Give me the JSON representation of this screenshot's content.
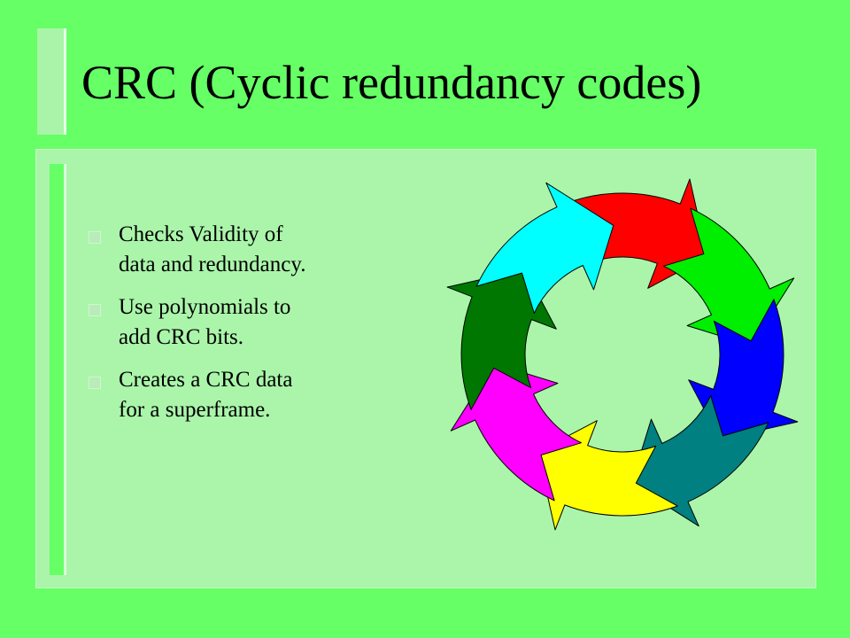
{
  "slide": {
    "title": "CRC (Cyclic redundancy codes)",
    "bullets": [
      {
        "line1": "Checks Validity of",
        "line2": "data and redundancy."
      },
      {
        "line1": "Use polynomials to",
        "line2": "add CRC bits."
      },
      {
        "line1": "Creates a CRC data",
        "line2": "for a superframe."
      }
    ]
  },
  "diagram": {
    "type": "cycle-arrows",
    "segments": [
      {
        "name": "red-arrow",
        "color": "#ff0000"
      },
      {
        "name": "green-arrow",
        "color": "#00ee00"
      },
      {
        "name": "blue-arrow",
        "color": "#0000ff"
      },
      {
        "name": "teal-arrow",
        "color": "#008080"
      },
      {
        "name": "yellow-arrow",
        "color": "#ffff00"
      },
      {
        "name": "magenta-arrow",
        "color": "#ff00ff"
      },
      {
        "name": "dark-green-arrow",
        "color": "#007700"
      },
      {
        "name": "cyan-arrow",
        "color": "#00ffff"
      }
    ]
  }
}
